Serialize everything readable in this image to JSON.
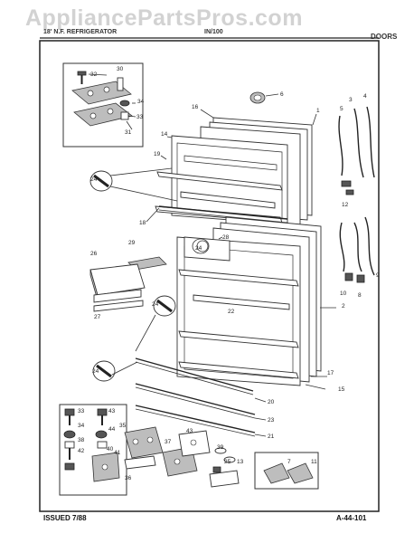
{
  "watermark": "AppliancePartsPros.com",
  "header": {
    "left_text": "18' N.F. REFRIGERATOR",
    "model_text": "IN/100",
    "section": "DOORS"
  },
  "footer": {
    "issued": "ISSUED 7/88",
    "page_code": "A-44-101"
  },
  "callouts": [
    "1",
    "2",
    "3",
    "4",
    "5",
    "6",
    "7",
    "8",
    "9",
    "10",
    "11",
    "12",
    "13",
    "14",
    "15",
    "16",
    "17",
    "18",
    "19",
    "20",
    "21",
    "22",
    "23",
    "24",
    "24",
    "24",
    "24",
    "25",
    "26",
    "27",
    "28",
    "29",
    "30",
    "31",
    "32",
    "33",
    "33",
    "34",
    "34",
    "35",
    "36",
    "37",
    "38",
    "39",
    "40",
    "41",
    "42",
    "43",
    "43",
    "44"
  ]
}
